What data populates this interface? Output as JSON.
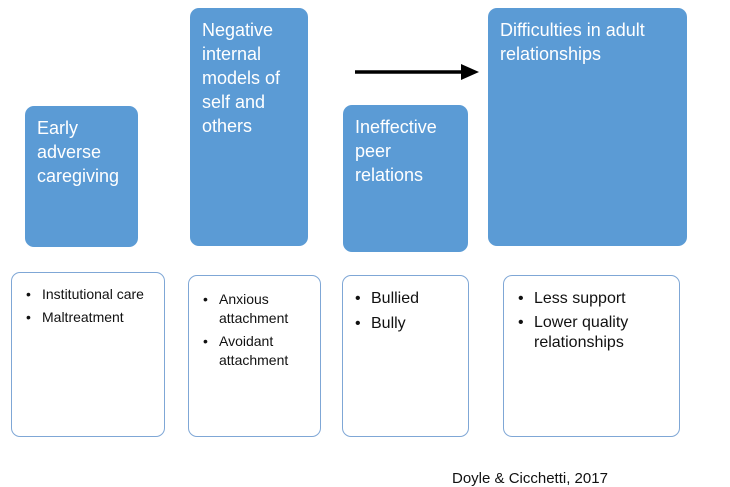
{
  "stages": [
    {
      "label": "Early adverse caregiving"
    },
    {
      "label": "Negative internal models of self and others"
    },
    {
      "label": "Ineffective peer relations"
    },
    {
      "label": "Difficulties in adult relationships"
    }
  ],
  "details": [
    {
      "items": [
        "Institutional care",
        "Maltreatment"
      ]
    },
    {
      "items": [
        "Anxious attachment",
        "Avoidant attachment"
      ]
    },
    {
      "items": [
        "Bullied",
        "Bully"
      ]
    },
    {
      "items": [
        "Less support",
        "Lower quality relationships"
      ]
    }
  ],
  "bullet_char": "•",
  "citation": "Doyle & Cicchetti, 2017",
  "colors": {
    "box_fill": "#5b9bd5",
    "detail_border": "#7fa7d6",
    "arrow": "#000000"
  }
}
